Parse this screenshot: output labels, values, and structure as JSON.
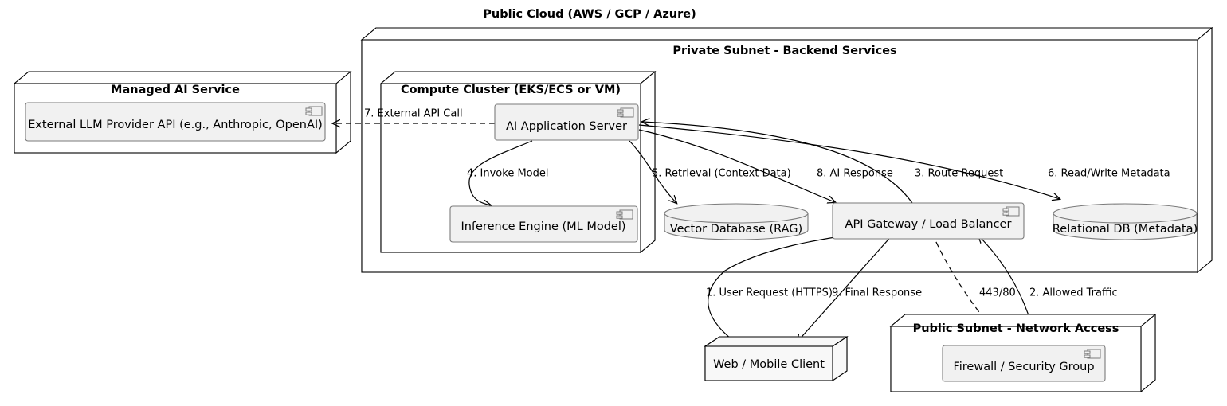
{
  "diagram": {
    "type": "uml-deployment-diagram",
    "title": "Public Cloud (AWS / GCP / Azure)",
    "background": "#ffffff",
    "node_fill": "#ffffff",
    "component_fill": "#f1f1f1",
    "component_stroke": "#7a7a7a",
    "line_color": "#000000"
  },
  "containers": {
    "public_cloud": {
      "label": "Public Cloud (AWS / GCP / Azure)"
    },
    "managed_ai_service": {
      "label": "Managed AI Service"
    },
    "private_subnet": {
      "label": "Private Subnet - Backend Services"
    },
    "compute_cluster": {
      "label": "Compute Cluster (EKS/ECS or VM)"
    },
    "public_subnet": {
      "label": "Public Subnet - Network Access"
    }
  },
  "components": {
    "external_llm": {
      "label": "External LLM Provider API (e.g., Anthropic, OpenAI)",
      "icon": "component-icon"
    },
    "ai_app_server": {
      "label": "AI Application Server",
      "icon": "component-icon"
    },
    "inference_engine": {
      "label": "Inference Engine (ML Model)",
      "icon": "component-icon"
    },
    "api_gateway": {
      "label": "API Gateway / Load Balancer",
      "icon": "component-icon"
    },
    "firewall": {
      "label": "Firewall / Security Group",
      "icon": "component-icon"
    },
    "vector_db": {
      "label": "Vector Database (RAG)",
      "shape": "cylinder"
    },
    "relational_db": {
      "label": "Relational DB (Metadata)",
      "shape": "cylinder"
    },
    "web_mobile_client": {
      "label": "Web / Mobile Client",
      "shape": "node-3d"
    }
  },
  "edges": [
    {
      "id": "e1",
      "label": "1. User Request (HTTPS)",
      "from": "web_mobile_client",
      "to": "api_gateway",
      "style": "solid"
    },
    {
      "id": "e2",
      "label": "2. Allowed Traffic",
      "from": "firewall",
      "to": "api_gateway",
      "style": "solid"
    },
    {
      "id": "e3",
      "label": "3. Route Request",
      "from": "api_gateway",
      "to": "ai_app_server",
      "style": "solid"
    },
    {
      "id": "e4",
      "label": "4. Invoke Model",
      "from": "ai_app_server",
      "to": "inference_engine",
      "style": "solid"
    },
    {
      "id": "e5",
      "label": "5. Retrieval (Context Data)",
      "from": "ai_app_server",
      "to": "vector_db",
      "style": "solid"
    },
    {
      "id": "e6",
      "label": "6. Read/Write Metadata",
      "from": "ai_app_server",
      "to": "relational_db",
      "style": "solid"
    },
    {
      "id": "e7",
      "label": "7. External API Call",
      "from": "ai_app_server",
      "to": "external_llm",
      "style": "dashed"
    },
    {
      "id": "e8",
      "label": "8. AI Response",
      "from": "ai_app_server",
      "to": "api_gateway",
      "style": "solid"
    },
    {
      "id": "e9",
      "label": "9. Final Response",
      "from": "api_gateway",
      "to": "web_mobile_client",
      "style": "solid"
    },
    {
      "id": "e10",
      "label": "443/80",
      "from": "api_gateway",
      "to": "firewall",
      "style": "dashed"
    }
  ]
}
